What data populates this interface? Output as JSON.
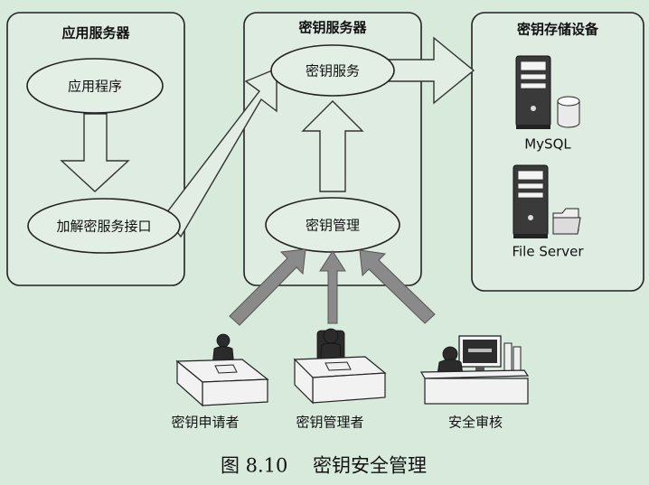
{
  "groups": {
    "app_server": {
      "title": "应用服务器"
    },
    "key_server": {
      "title": "密钥服务器"
    },
    "key_storage": {
      "title": "密钥存储设备"
    }
  },
  "nodes": {
    "app_program": "应用程序",
    "encrypt_interface": "加解密服务接口",
    "key_service": "密钥服务",
    "key_management": "密钥管理"
  },
  "storage": {
    "mysql": "MySQL",
    "file_server": "File Server"
  },
  "roles": {
    "applicant": "密钥申请者",
    "manager": "密钥管理者",
    "audit": "安全审核"
  },
  "caption": "图 8.10　 密钥安全管理"
}
